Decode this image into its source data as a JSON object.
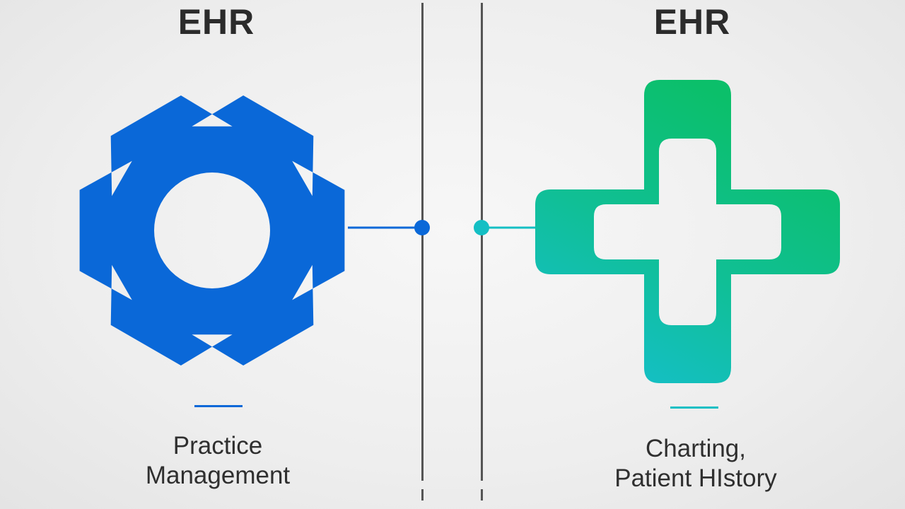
{
  "left": {
    "title": "EHR",
    "caption_line1": "Practice",
    "caption_line2": "Management",
    "icon": "gear-icon",
    "color": "#0a68d8"
  },
  "right": {
    "title": "EHR",
    "caption_line1": "Charting,",
    "caption_line2": "Patient HIstory",
    "icon": "medical-cross-icon",
    "color_top": "#0bbf6a",
    "color_bottom": "#14bfc4"
  },
  "divider_color": "#555555"
}
